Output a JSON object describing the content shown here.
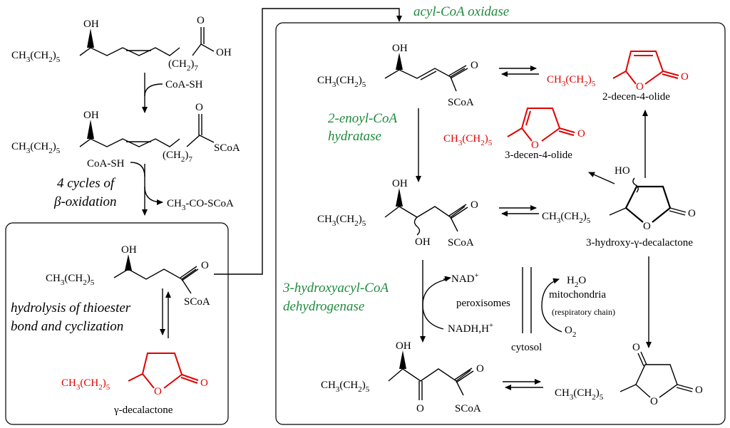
{
  "top_left": {
    "substrate_formula": "CH3(CH2)5",
    "chain_subscript": "(CH2)7",
    "oh_label": "OH",
    "acid_oh": "OH",
    "acid_o": "O",
    "reagent1": "CoA-SH",
    "thioester_scoa": "SCoA",
    "reagent2": "CoA-SH",
    "beta_ox_line1": "4 cycles of",
    "beta_ox_line2": "β-oxidation",
    "acetyl_product": "CH3-CO-SCoA"
  },
  "left_box": {
    "hydrolysis_line1": "hydrolysis of thioester",
    "hydrolysis_line2": "bond and cyclization",
    "gamma_decalactone": "γ-decalactone"
  },
  "enzymes": {
    "acyl_coa_oxidase": "acyl-CoA oxidase",
    "enoyl_line1": "2-enoyl-CoA",
    "enoyl_line2": "hydratase",
    "dehydro_line1": "3-hydroxyacyl-CoA",
    "dehydro_line2": "dehydrogenase"
  },
  "right_box": {
    "decen2": "2-decen-4-olide",
    "decen3": "3-decen-4-olide",
    "hydroxy_lactone": "3-hydroxy-γ-decalactone",
    "ho_label": "HO",
    "nad": "NAD",
    "nadh": "NADH,H",
    "peroxisomes": "peroxisomes",
    "cytosol": "cytosol",
    "h2o": "H2O",
    "mitochondria": "mitochondria",
    "resp_chain": "(respiratory chain)",
    "o2": "O2"
  },
  "colors": {
    "enzyme_green": "#1e8a3c",
    "product_red": "#e00000"
  }
}
